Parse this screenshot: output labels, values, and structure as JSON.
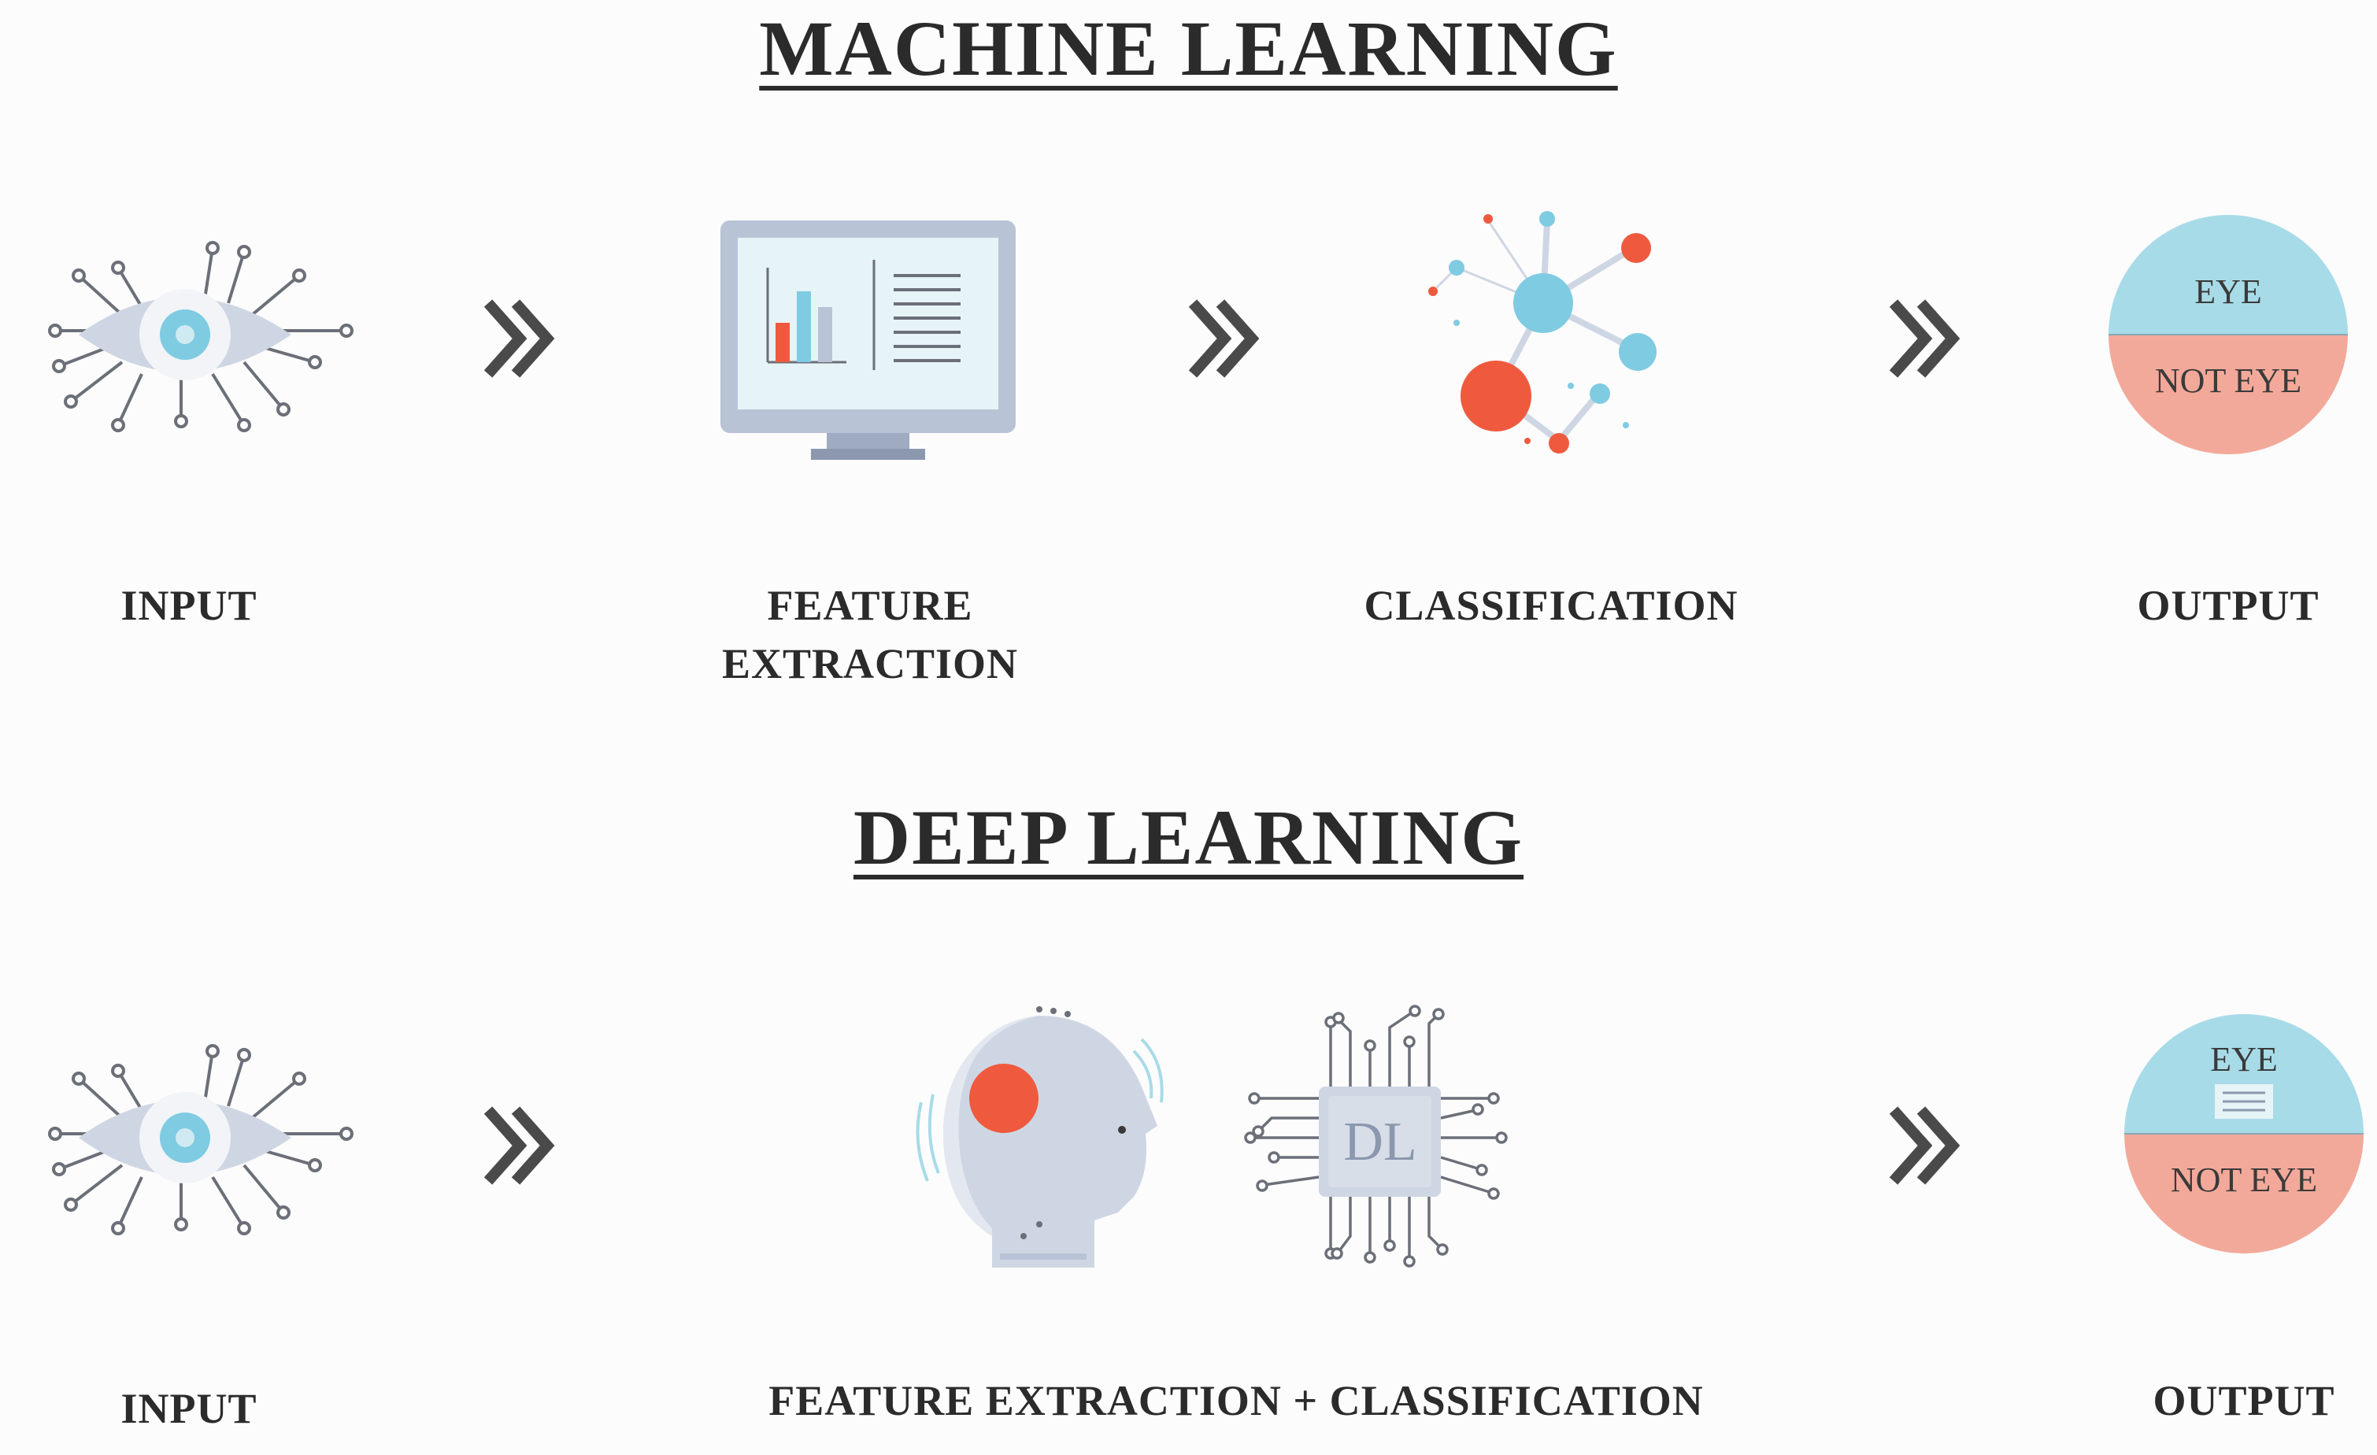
{
  "machine_learning": {
    "title": "MACHINE LEARNING",
    "steps": {
      "input": "INPUT",
      "feature_line1": "FEATURE",
      "feature_line2": "EXTRACTION",
      "classification": "CLASSIFICATION",
      "output": "OUTPUT"
    },
    "output_circle": {
      "top": "EYE",
      "bottom": "NOT EYE"
    }
  },
  "deep_learning": {
    "title": "DEEP LEARNING",
    "steps": {
      "input": "INPUT",
      "combined": "FEATURE EXTRACTION + CLASSIFICATION",
      "output": "OUTPUT"
    },
    "chip_text": "DL",
    "output_circle": {
      "top": "EYE",
      "bottom": "NOT EYE"
    }
  },
  "colors": {
    "accent_blue": "#a8dbe8",
    "accent_red": "#ef5a3e",
    "accent_pink": "#f3a99a",
    "gray": "#cdd3de"
  }
}
